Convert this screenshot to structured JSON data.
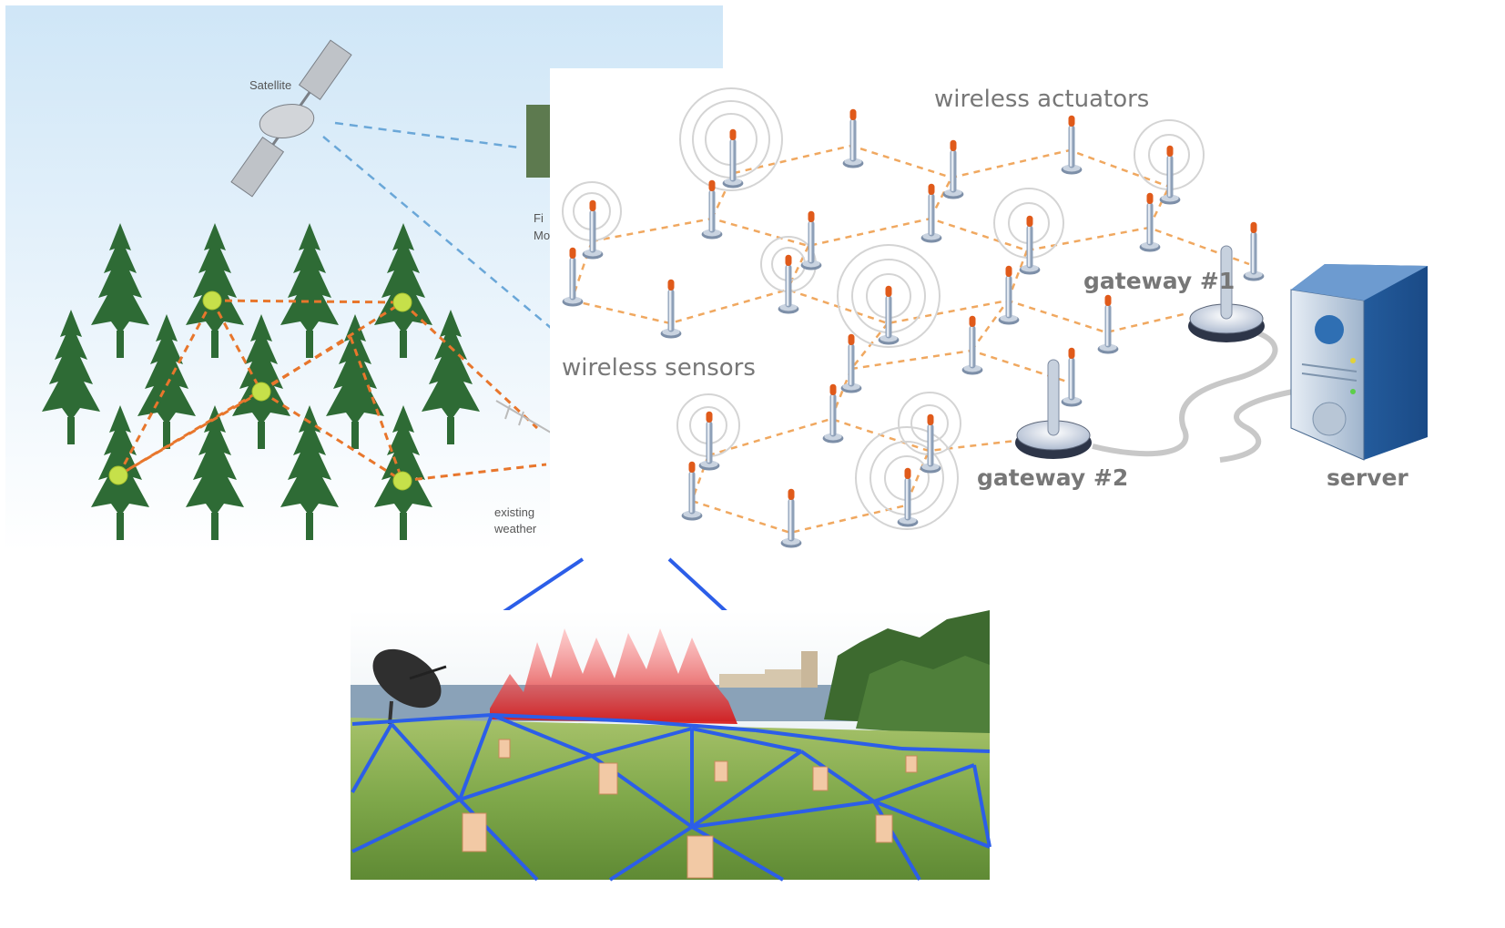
{
  "forest_panel": {
    "satellite_label": "Satellite",
    "partial_label_1": "Fi",
    "partial_label_2": "Mo",
    "partial_label_3": "existing",
    "partial_label_4": "weather"
  },
  "network_panel": {
    "wireless_actuators_label": "wireless actuators",
    "wireless_sensors_label": "wireless sensors",
    "gateway1_label": "gateway #1",
    "gateway2_label": "gateway #2",
    "server_label": "server"
  },
  "icons": [
    "satellite-icon",
    "tree-icon",
    "sensor-node-icon",
    "antenna-icon",
    "gateway-icon",
    "server-icon",
    "satellite-dish-icon"
  ],
  "colors": {
    "mesh_link_forest": "#e8762c",
    "mesh_link_network": "#f0a860",
    "field_link": "#2c5ee8",
    "tree": "#2e6b35",
    "node_yellow": "#c6e04a",
    "antenna_tip": "#e05a1a",
    "server_blue": "#2f6fb3"
  }
}
